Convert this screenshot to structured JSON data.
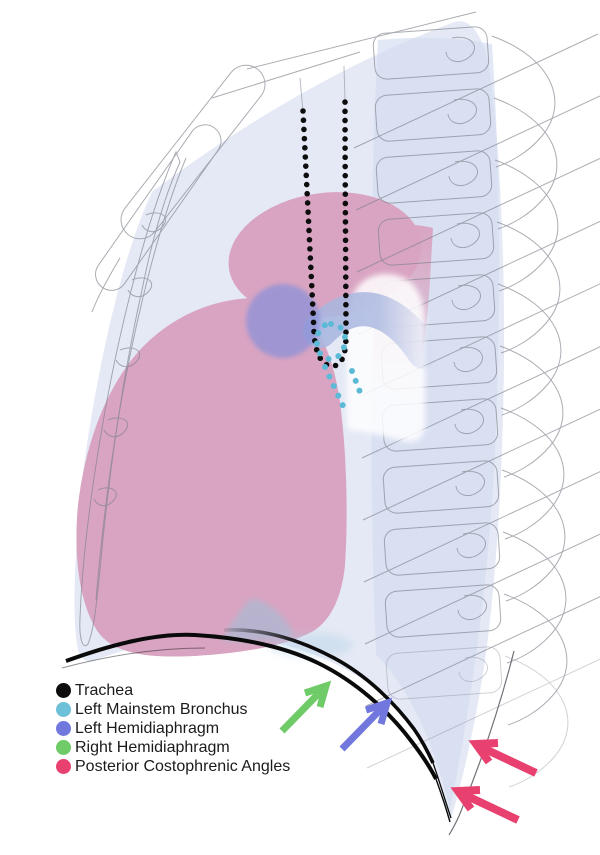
{
  "legend": {
    "items": [
      {
        "id": "trachea",
        "label": "Trachea",
        "color": "#0d0d0d"
      },
      {
        "id": "left-mainstem-bronchus",
        "label": "Left Mainstem Bronchus",
        "color": "#6cc0d8"
      },
      {
        "id": "left-hemidiaphragm",
        "label": "Left Hemidiaphragm",
        "color": "#7277de"
      },
      {
        "id": "right-hemidiaphragm",
        "label": "Right Hemidiaphragm",
        "color": "#6fca68"
      },
      {
        "id": "posterior-costophrenic-angles",
        "label": "Posterior Costophrenic Angles",
        "color": "#e8416f"
      }
    ]
  },
  "colors": {
    "background": "#ffffff",
    "lung_field": "#e4e9f5",
    "spine_band": "#d3dcf0",
    "heart": "#d9a4c1",
    "white_arch": "#ffffff",
    "hilar_band": "#a8b6df",
    "left_hemidiaphragm_marker": "#8c91d8",
    "trachea_dots": "#0d0d0d",
    "bronchus_dots": "#5bbad6",
    "diaphragm_line": "#0a0a0a",
    "rib_outline": "#7e828c",
    "green_arrow": "#6fca68",
    "purple_arrow": "#7277de",
    "pink_arrow": "#e8416f",
    "haze": "#8fc7de"
  }
}
